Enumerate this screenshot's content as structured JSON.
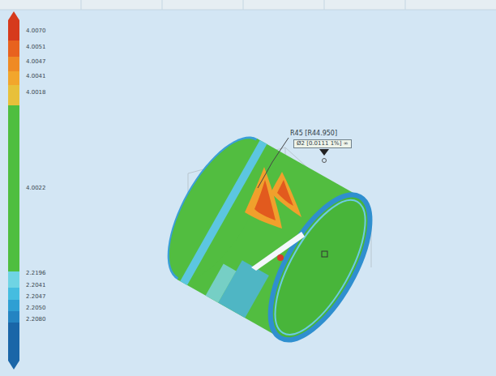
{
  "diagram": {
    "labels": [
      "R45 [R44.950]",
      "Ø2 [0.0111 1%] ∞"
    ],
    "legend": [
      {
        "text": "4.0070",
        "color": "#d63a1c"
      },
      {
        "text": "4.0051",
        "color": "#e8621e"
      },
      {
        "text": "4.0047",
        "color": "#ef8a24"
      },
      {
        "text": "4.0041",
        "color": "#f2a62c"
      },
      {
        "text": "4.0018",
        "color": "#e8c03a"
      },
      {
        "text": "4.0022",
        "color": "#4fbe3f"
      },
      {
        "text": "2.2196",
        "color": "#6fd4e4"
      },
      {
        "text": "2.2041",
        "color": "#45bde0"
      },
      {
        "text": "2.2047",
        "color": "#2f9fd3"
      },
      {
        "text": "2.2050",
        "color": "#2484c2"
      },
      {
        "text": "2.2080",
        "color": "#1a66a8"
      }
    ]
  }
}
